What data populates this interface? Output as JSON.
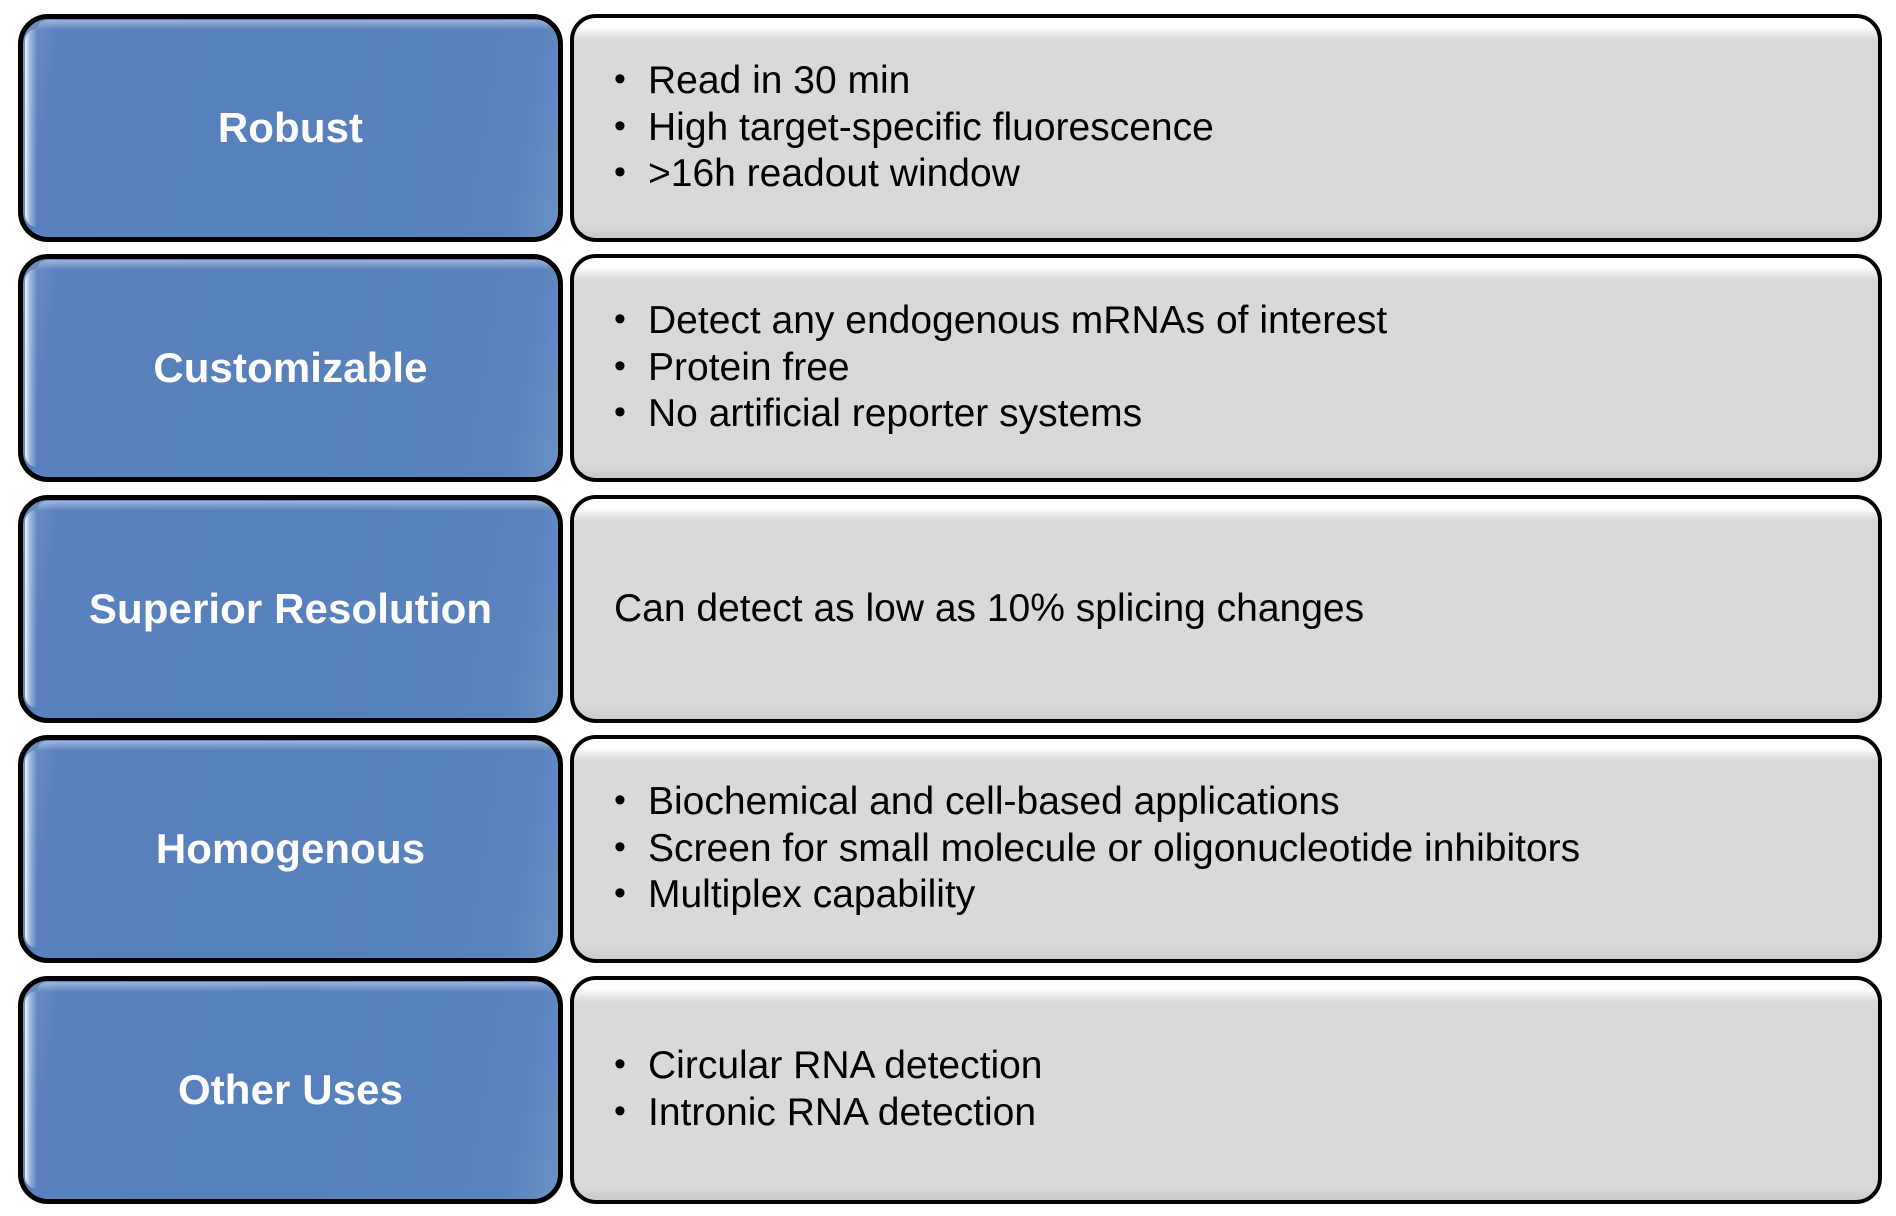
{
  "theme": {
    "label_box_color": "#5681bc",
    "label_text_color": "#ffffff",
    "detail_box_color": "#d9d9d9",
    "detail_text_color": "#000000",
    "border_color": "#000000"
  },
  "rows": [
    {
      "label": "Robust",
      "list_style": "bullets",
      "items": [
        "Read in 30 min",
        "High target-specific fluorescence",
        ">16h readout window"
      ]
    },
    {
      "label": "Customizable",
      "list_style": "bullets",
      "items": [
        "Detect any endogenous mRNAs of interest",
        "Protein free",
        "No artificial reporter systems"
      ]
    },
    {
      "label": "Superior Resolution",
      "list_style": "plain",
      "items": [
        "Can detect as low as 10% splicing changes"
      ]
    },
    {
      "label": "Homogenous",
      "list_style": "bullets",
      "items": [
        "Biochemical and cell-based applications",
        "Screen for small molecule or oligonucleotide inhibitors",
        "Multiplex capability"
      ]
    },
    {
      "label": "Other Uses",
      "list_style": "bullets",
      "items": [
        "Circular RNA detection",
        "Intronic RNA detection"
      ]
    }
  ]
}
